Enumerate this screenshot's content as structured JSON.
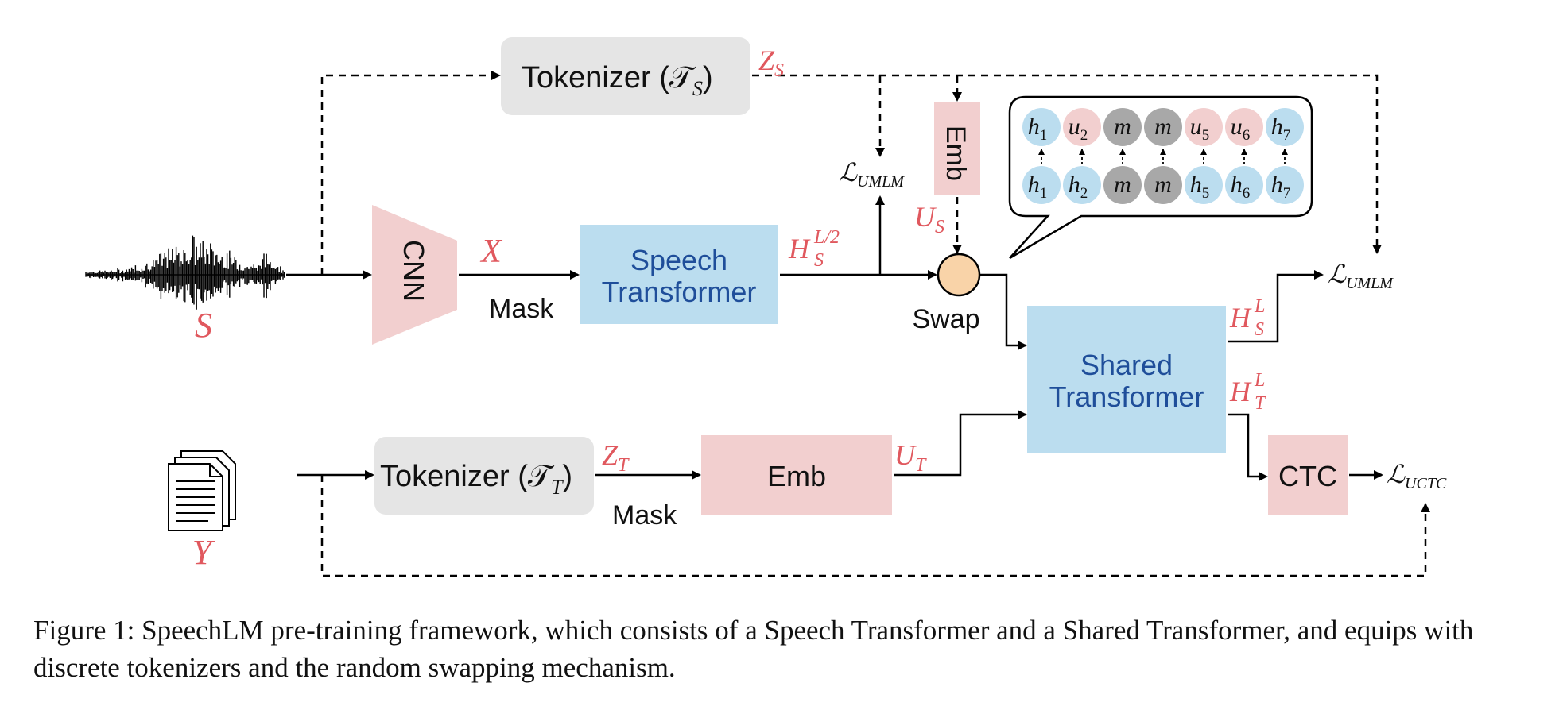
{
  "colors": {
    "pink": "#F2CFCF",
    "blue": "#BBDDEF",
    "gray": "#E5E5E5",
    "darkgray": "#A8A8A8",
    "accent_red": "#E0585E",
    "blue_text": "#1F4E9A",
    "swap_fill": "#F9D3A8"
  },
  "nodes": {
    "tokenizer_s": "Tokenizer (𝒯",
    "tokenizer_s_sub": "S",
    "tokenizer_t": "Tokenizer (𝒯",
    "tokenizer_t_sub": "T",
    "close_paren": ")",
    "cnn": "CNN",
    "speech_transformer_1": "Speech",
    "speech_transformer_2": "Transformer",
    "shared_transformer_1": "Shared",
    "shared_transformer_2": "Transformer",
    "emb_top": "Emb",
    "emb_bottom": "Emb",
    "ctc": "CTC",
    "swap": "Swap",
    "mask_top": "Mask",
    "mask_bottom": "Mask"
  },
  "symbols": {
    "S": "S",
    "Y": "Y",
    "X": "X",
    "Z": "Z",
    "Z_s_sub": "S",
    "Z_t_sub": "T",
    "U": "U",
    "U_s_sub": "S",
    "U_t_sub": "T",
    "H": "H",
    "H_s_sup": "L/2",
    "H_s_sub": "S",
    "H_L_sup": "L",
    "H_s2_sub": "S",
    "H_t_sub": "T",
    "L": "ℒ",
    "loss_umlm_sub": "UMLM",
    "loss_uctc_sub": "UCTC"
  },
  "token_rows": {
    "top": [
      {
        "base": "h",
        "sub": "1",
        "type": "blue"
      },
      {
        "base": "u",
        "sub": "2",
        "type": "pink"
      },
      {
        "base": "m",
        "sub": "",
        "type": "darkgray"
      },
      {
        "base": "m",
        "sub": "",
        "type": "darkgray"
      },
      {
        "base": "u",
        "sub": "5",
        "type": "pink"
      },
      {
        "base": "u",
        "sub": "6",
        "type": "pink"
      },
      {
        "base": "h",
        "sub": "7",
        "type": "blue"
      }
    ],
    "bottom": [
      {
        "base": "h",
        "sub": "1",
        "type": "blue"
      },
      {
        "base": "h",
        "sub": "2",
        "type": "blue"
      },
      {
        "base": "m",
        "sub": "",
        "type": "darkgray"
      },
      {
        "base": "m",
        "sub": "",
        "type": "darkgray"
      },
      {
        "base": "h",
        "sub": "5",
        "type": "blue"
      },
      {
        "base": "h",
        "sub": "6",
        "type": "blue"
      },
      {
        "base": "h",
        "sub": "7",
        "type": "blue"
      }
    ]
  },
  "caption": "Figure 1: SpeechLM pre-training framework, which consists of a Speech Transformer and a Shared Transformer, and equips with discrete tokenizers and the random swapping mechanism."
}
